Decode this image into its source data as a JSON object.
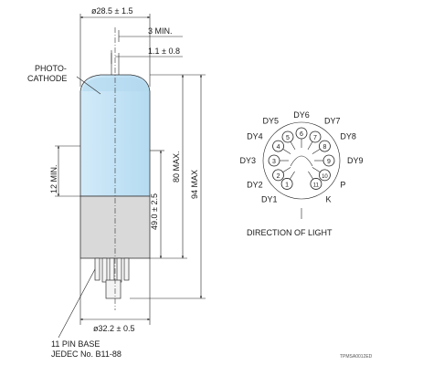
{
  "dimensions": {
    "top_diameter": "ø28.5 ± 1.5",
    "gap_min": "3 MIN.",
    "offset": "1.1 ± 0.8",
    "left_min": "12 MIN.",
    "height_max_80": "80 MAX.",
    "height_max_94": "94 MAX",
    "height_49": "49.0 ± 2.5",
    "base_diameter": "ø32.2 ± 0.5"
  },
  "labels": {
    "photo": "PHOTO-",
    "cathode": "CATHODE",
    "base_line1": "11 PIN BASE",
    "base_line2": "JEDEC No. B11-88",
    "direction": "DIRECTION OF LIGHT",
    "ref_code": "TPMSA0012ED"
  },
  "pins": [
    {
      "num": "1",
      "name": "DY1"
    },
    {
      "num": "2",
      "name": "DY2"
    },
    {
      "num": "3",
      "name": "DY3"
    },
    {
      "num": "4",
      "name": "DY4"
    },
    {
      "num": "5",
      "name": "DY5"
    },
    {
      "num": "6",
      "name": "DY6"
    },
    {
      "num": "7",
      "name": "DY7"
    },
    {
      "num": "8",
      "name": "DY8"
    },
    {
      "num": "9",
      "name": "DY9"
    },
    {
      "num": "10",
      "name": "P"
    },
    {
      "num": "11",
      "name": "K"
    }
  ],
  "colors": {
    "glass_blue": "#c6e4f6",
    "base_gray": "#d9d9d9",
    "line": "#222222"
  }
}
